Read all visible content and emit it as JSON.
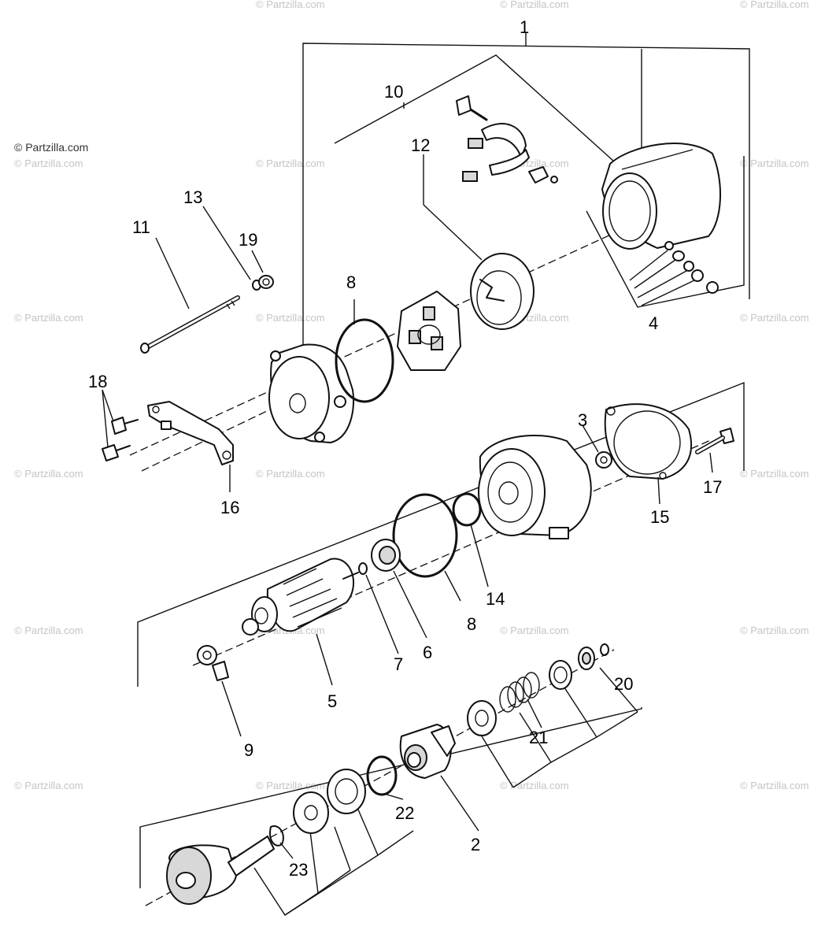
{
  "watermark_text": "© Partzilla.com",
  "callouts": {
    "c1": "1",
    "c2": "2",
    "c3": "3",
    "c4": "4",
    "c5": "5",
    "c6": "6",
    "c7": "7",
    "c8a": "8",
    "c8b": "8",
    "c9": "9",
    "c10": "10",
    "c11": "11",
    "c12": "12",
    "c13": "13",
    "c14": "14",
    "c15": "15",
    "c16": "16",
    "c17": "17",
    "c18": "18",
    "c19": "19",
    "c20": "20",
    "c21": "21",
    "c22": "22",
    "c23": "23"
  }
}
